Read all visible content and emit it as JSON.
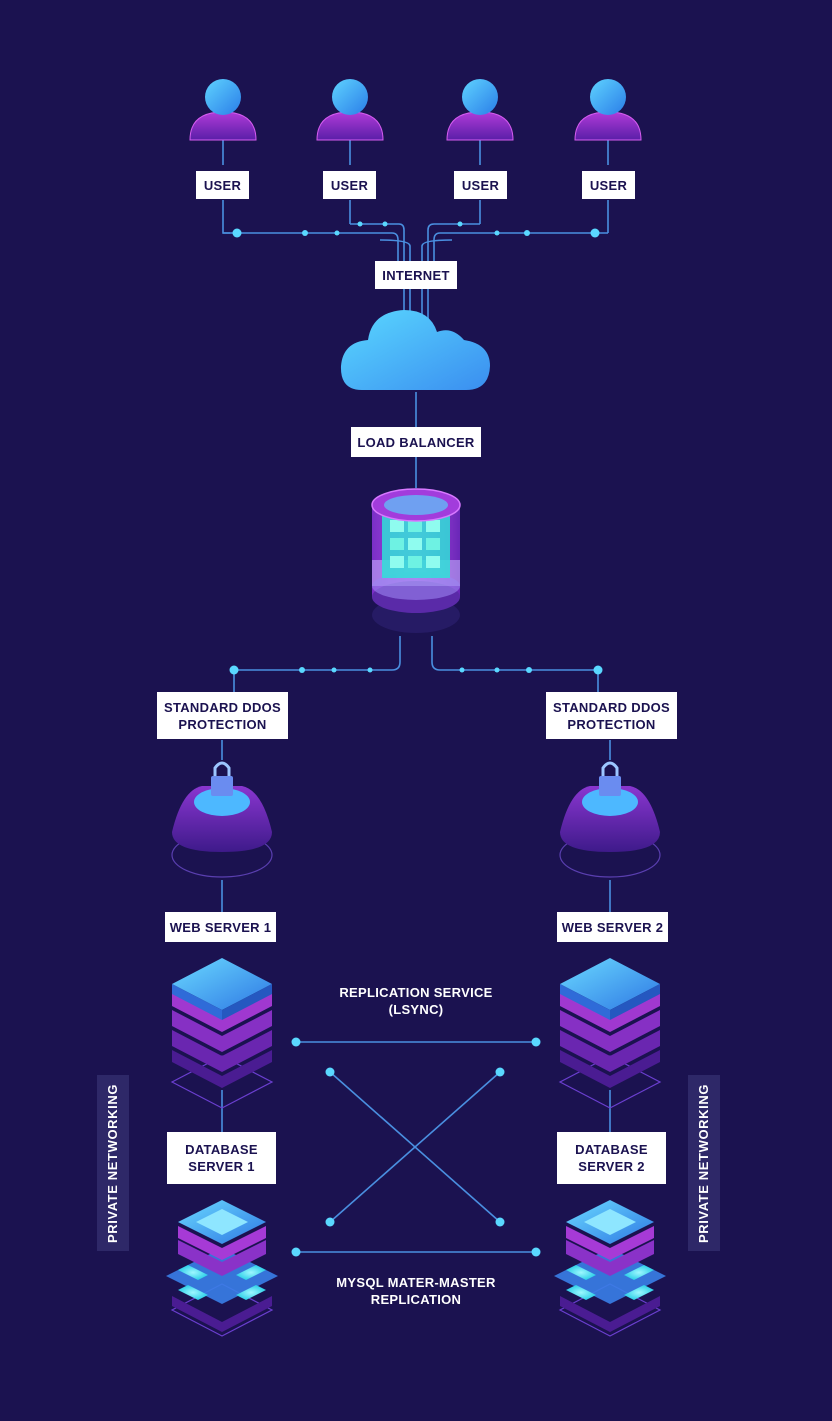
{
  "colors": {
    "background": "#1b1250",
    "line": "#4a8fe0",
    "node": "#5ad8ff",
    "label_bg": "#ffffff",
    "label_text": "#1b1250",
    "accent_purple": "#9b2fd0",
    "accent_blue": "#3a8ef0",
    "accent_cyan": "#4de2ff"
  },
  "users": [
    {
      "label": "USER",
      "icon": "user-icon"
    },
    {
      "label": "USER",
      "icon": "user-icon"
    },
    {
      "label": "USER",
      "icon": "user-icon"
    },
    {
      "label": "USER",
      "icon": "user-icon"
    }
  ],
  "internet": {
    "label": "INTERNET",
    "icon": "cloud-icon"
  },
  "load_balancer": {
    "label": "LOAD BALANCER",
    "icon": "load-balancer-cylinder-icon"
  },
  "ddos": [
    {
      "line1": "STANDARD DDOS",
      "line2": "PROTECTION",
      "icon": "lock-shield-icon"
    },
    {
      "line1": "STANDARD DDOS",
      "line2": "PROTECTION",
      "icon": "lock-shield-icon"
    }
  ],
  "web_servers": [
    {
      "label": "WEB SERVER 1",
      "icon": "server-stack-icon"
    },
    {
      "label": "WEB SERVER 2",
      "icon": "server-stack-icon"
    }
  ],
  "database_servers": [
    {
      "line1": "DATABASE",
      "line2": "SERVER 1",
      "icon": "database-server-icon"
    },
    {
      "line1": "DATABASE",
      "line2": "SERVER 2",
      "icon": "database-server-icon"
    }
  ],
  "replication_service": {
    "line1": "REPLICATION SERVICE",
    "line2": "(LSYNC)"
  },
  "mysql_replication": {
    "line1": "MYSQL MATER-MASTER",
    "line2": "REPLICATION"
  },
  "private_networking": [
    "PRIVATE NETWORKING",
    "PRIVATE NETWORKING"
  ]
}
